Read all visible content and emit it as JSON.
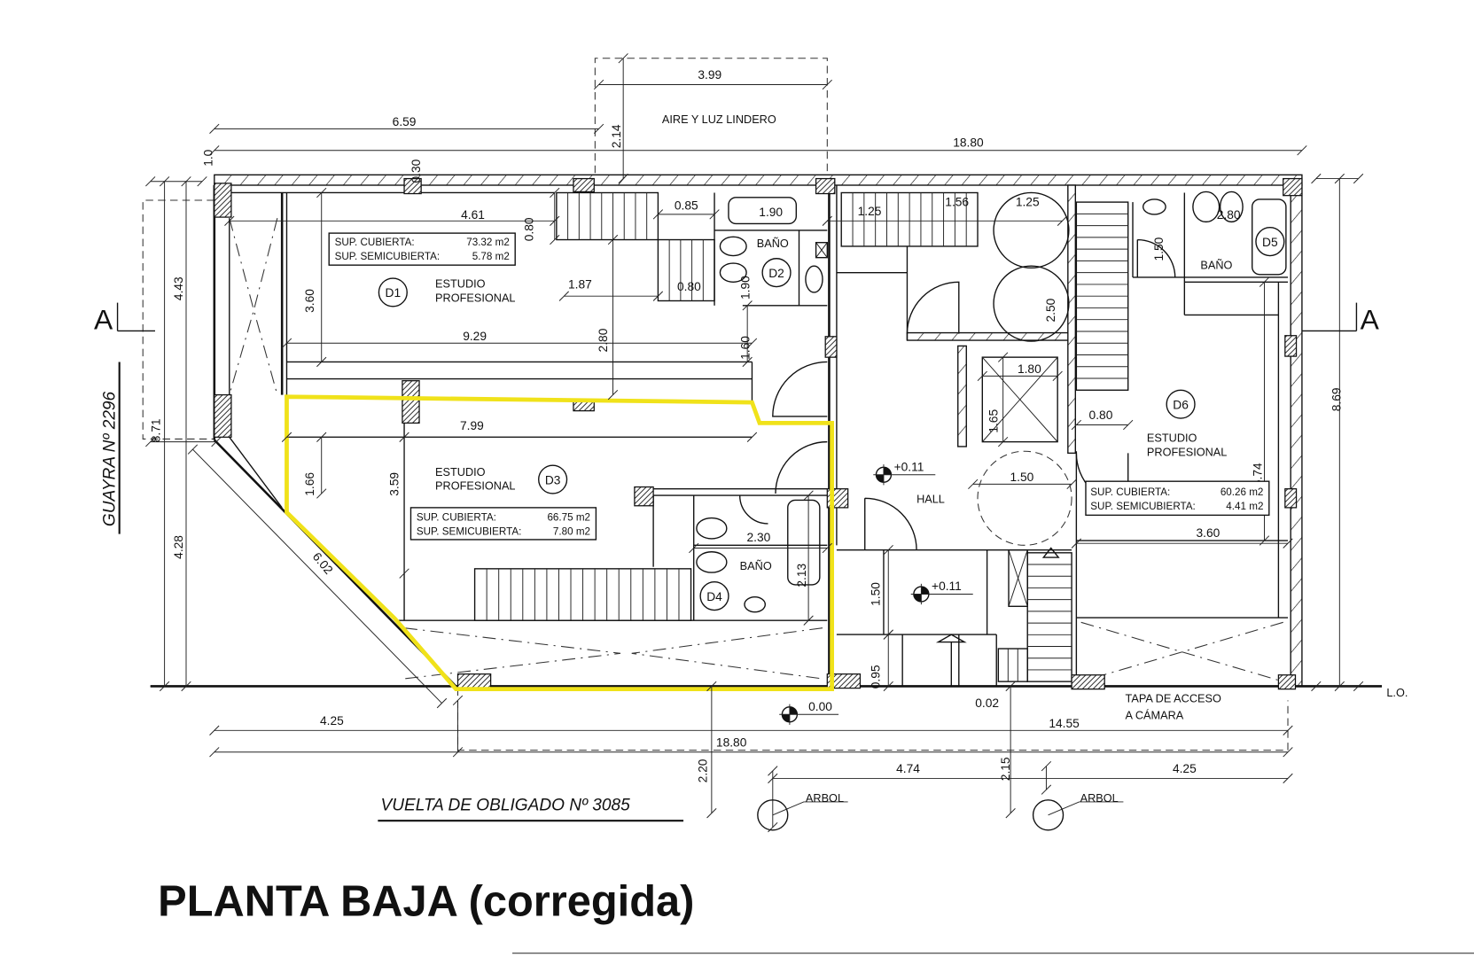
{
  "title": "PLANTA BAJA (corregida)",
  "streets": {
    "left": "GUAYRA Nº 2296",
    "bottom": "VUELTA DE OBLIGADO Nº 3085"
  },
  "section_marks": [
    "A",
    "A"
  ],
  "annotations": {
    "aire_luz": "AIRE Y LUZ LINDERO",
    "lo": "L.O.",
    "tapa_1": "TAPA DE ACCESO",
    "tapa_2": "A CÁMARA",
    "arbol_1": "ARBOL",
    "arbol_2": "ARBOL",
    "hall": "HALL"
  },
  "levels": [
    "+0.11",
    "+0.11",
    "0.00"
  ],
  "units": [
    {
      "id": "D1",
      "name_1": "ESTUDIO",
      "name_2": "PROFESIONAL",
      "sup_cubierta_label": "SUP. CUBIERTA:",
      "sup_cubierta": "73.32 m2",
      "sup_semi_label": "SUP. SEMICUBIERTA:",
      "sup_semi": "5.78 m2"
    },
    {
      "id": "D2",
      "name_1": "BAÑO"
    },
    {
      "id": "D3",
      "name_1": "ESTUDIO",
      "name_2": "PROFESIONAL",
      "sup_cubierta_label": "SUP. CUBIERTA:",
      "sup_cubierta": "66.75 m2",
      "sup_semi_label": "SUP. SEMICUBIERTA:",
      "sup_semi": "7.80 m2"
    },
    {
      "id": "D4",
      "name_1": "BAÑO"
    },
    {
      "id": "D5",
      "name_1": "BAÑO"
    },
    {
      "id": "D6",
      "name_1": "ESTUDIO",
      "name_2": "PROFESIONAL",
      "sup_cubierta_label": "SUP. CUBIERTA:",
      "sup_cubierta": "60.26 m2",
      "sup_semi_label": "SUP. SEMICUBIERTA:",
      "sup_semi": "4.41 m2"
    }
  ],
  "dimensions": [
    "3.99",
    "6.59",
    "18.80",
    "0.30",
    "2.14",
    "1.0",
    "4.61",
    "0.80",
    "0.85",
    "1.90",
    "1.25",
    "1.56",
    "1.25",
    "2.80",
    "1.50",
    "1.90",
    "0.80",
    "1.87",
    "3.60",
    "2.80",
    "1.60",
    "9.29",
    "2.50",
    "4.43",
    "8.71",
    "4.28",
    "8.69",
    "1.80",
    "1.65",
    "0.80",
    "7.99",
    "1.66",
    "3.59",
    "1.50",
    "5.74",
    "2.30",
    "3.60",
    "6.02",
    "2.13",
    "1.50",
    "0.95",
    "0.02",
    "4.25",
    "14.55",
    "18.80",
    "2.20",
    "2.15",
    "4.74",
    "4.25"
  ],
  "colors": {
    "highlight": "#f0e21a",
    "ink": "#111111"
  }
}
